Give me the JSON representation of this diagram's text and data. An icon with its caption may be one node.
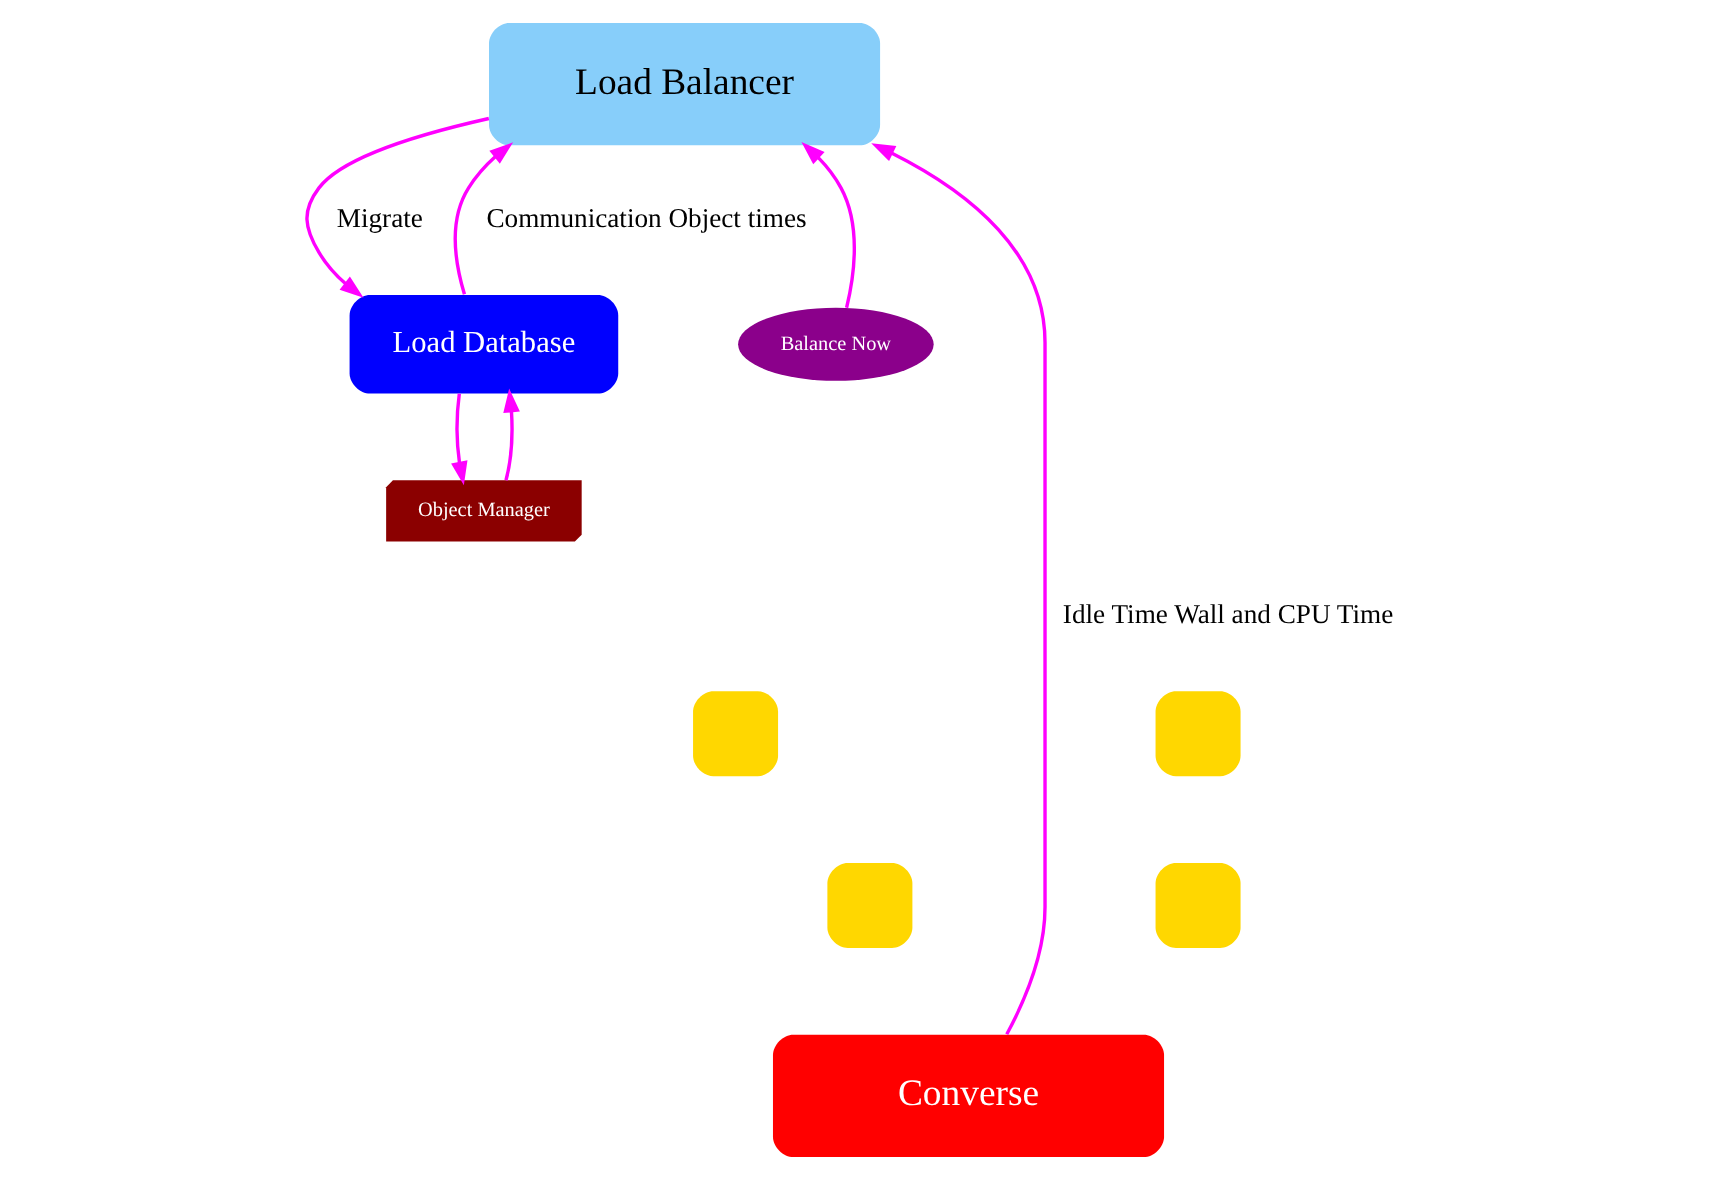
{
  "diagram": {
    "nodes": [
      {
        "text": [
          "Load Balancer"
        ]
      },
      {
        "text": [
          "Load Database"
        ]
      },
      {
        "text": [
          "Object Manager"
        ]
      },
      {
        "text": [],
        "shape": "box"
      },
      {
        "text": [],
        "shape": "box"
      },
      {
        "text": [],
        "shape": "box"
      },
      {
        "text": [],
        "shape": "box"
      },
      {
        "text": [
          "Balance Now"
        ]
      },
      {
        "text": [
          "Converse"
        ]
      }
    ],
    "edges": [
      {
        "from": 1,
        "to": 0,
        "arrow": "to",
        "label": "Communication Object times"
      },
      {
        "from": 0,
        "to": 1,
        "arrow": "to",
        "label": "Migrate"
      },
      {
        "from": 2,
        "to": 1,
        "arrow": "to"
      },
      {
        "from": 1,
        "to": 2,
        "arrow": "to"
      },
      {
        "from": 7,
        "to": 0,
        "arrow": "to"
      },
      {
        "from": 8,
        "to": 0,
        "arrow": "to",
        "label": "Idle Time Wall and CPU Time"
      }
    ]
  }
}
